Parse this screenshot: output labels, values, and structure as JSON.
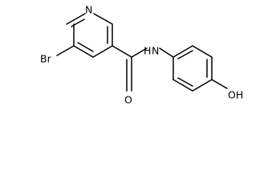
{
  "structure": {
    "atoms": {
      "ring_nitrogen": "N",
      "bromine": "Br",
      "carbonyl_oxygen": "O",
      "amide_nitrogen_h": "H",
      "amide_nitrogen": "N",
      "hydroxyl": "OH"
    },
    "colors": {
      "bond": "#000000",
      "text": "#000000",
      "background": "#ffffff"
    }
  }
}
